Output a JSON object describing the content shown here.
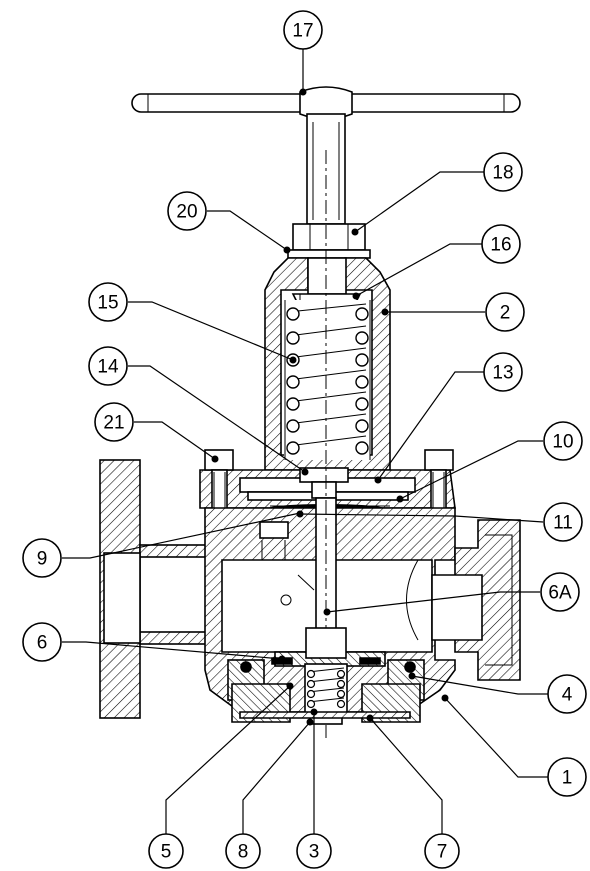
{
  "balloons": [
    {
      "id": "b17",
      "label": "17"
    },
    {
      "id": "b18",
      "label": "18"
    },
    {
      "id": "b20",
      "label": "20"
    },
    {
      "id": "b16",
      "label": "16"
    },
    {
      "id": "b15",
      "label": "15"
    },
    {
      "id": "b2",
      "label": "2"
    },
    {
      "id": "b14",
      "label": "14"
    },
    {
      "id": "b13",
      "label": "13"
    },
    {
      "id": "b21",
      "label": "21"
    },
    {
      "id": "b10",
      "label": "10"
    },
    {
      "id": "b11",
      "label": "11"
    },
    {
      "id": "b9",
      "label": "9"
    },
    {
      "id": "b6A",
      "label": "6A"
    },
    {
      "id": "b6",
      "label": "6"
    },
    {
      "id": "b4",
      "label": "4"
    },
    {
      "id": "b1",
      "label": "1"
    },
    {
      "id": "b5",
      "label": "5"
    },
    {
      "id": "b8",
      "label": "8"
    },
    {
      "id": "b3",
      "label": "3"
    },
    {
      "id": "b7",
      "label": "7"
    }
  ],
  "colors": {
    "line": "#000000",
    "background": "#ffffff"
  }
}
